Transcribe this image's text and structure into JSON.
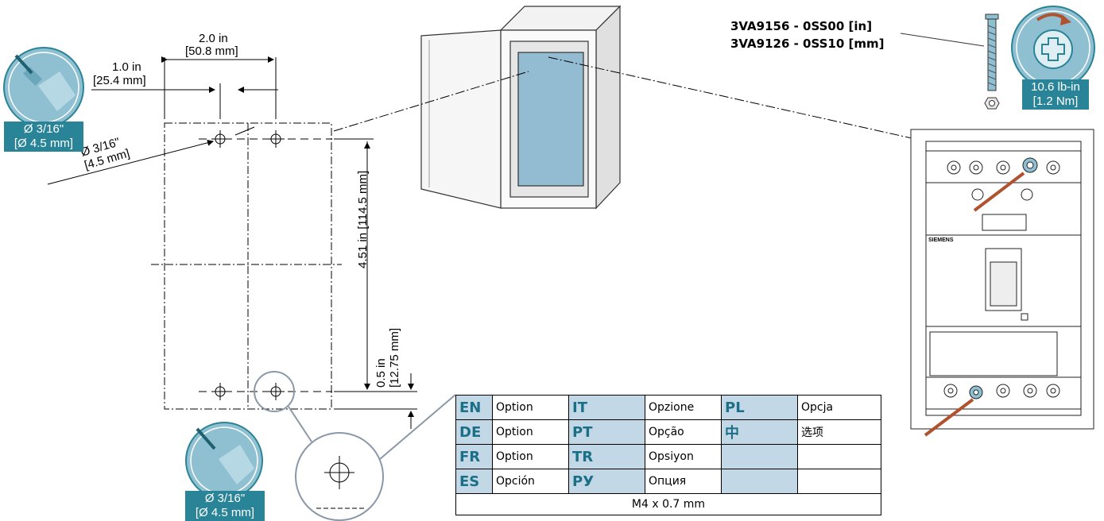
{
  "dimensions": {
    "width_top": "2.0 in",
    "width_top_mm": "[50.8 mm]",
    "offset_left": "1.0 in",
    "offset_left_mm": "[25.4 mm]",
    "hole_dia": "Ø 3/16\"",
    "hole_dia_mm": "[4.5 mm]",
    "height": "4.51 in [114.5 mm]",
    "bottom_offset": "0.5 in",
    "bottom_offset_mm": "[12.75 mm]"
  },
  "drill_badges": {
    "line1": "Ø 3/16\"",
    "line2": "[Ø 4.5 mm]"
  },
  "part_numbers": {
    "inch": "3VA9156 - 0SS00 [in]",
    "metric": "3VA9126 - 0SS10 [mm]"
  },
  "torque": {
    "line1": "10.6 lb-in",
    "line2": "[1.2 Nm]"
  },
  "breaker_brand": "SIEMENS",
  "language_table": {
    "rows": [
      [
        {
          "code": "EN",
          "text": "Option"
        },
        {
          "code": "IT",
          "text": "Opzione"
        },
        {
          "code": "PL",
          "text": "Opcja"
        }
      ],
      [
        {
          "code": "DE",
          "text": "Option"
        },
        {
          "code": "PT",
          "text": "Opção"
        },
        {
          "code": "中",
          "text": "选项"
        }
      ],
      [
        {
          "code": "FR",
          "text": "Option"
        },
        {
          "code": "TR",
          "text": "Opsiyon"
        },
        {
          "code": "",
          "text": ""
        }
      ],
      [
        {
          "code": "ES",
          "text": "Opción"
        },
        {
          "code": "РУ",
          "text": "Опция"
        },
        {
          "code": "",
          "text": ""
        }
      ]
    ],
    "footer": "M4 x 0.7 mm"
  },
  "colors": {
    "accent_teal": "#2a8497",
    "icon_fill": "#8fc0d1",
    "enclosure_window": "#93bbd1",
    "table_code_bg": "#c3d8e6",
    "table_code_text": "#1b6f86",
    "arrow": "#b0522e"
  }
}
